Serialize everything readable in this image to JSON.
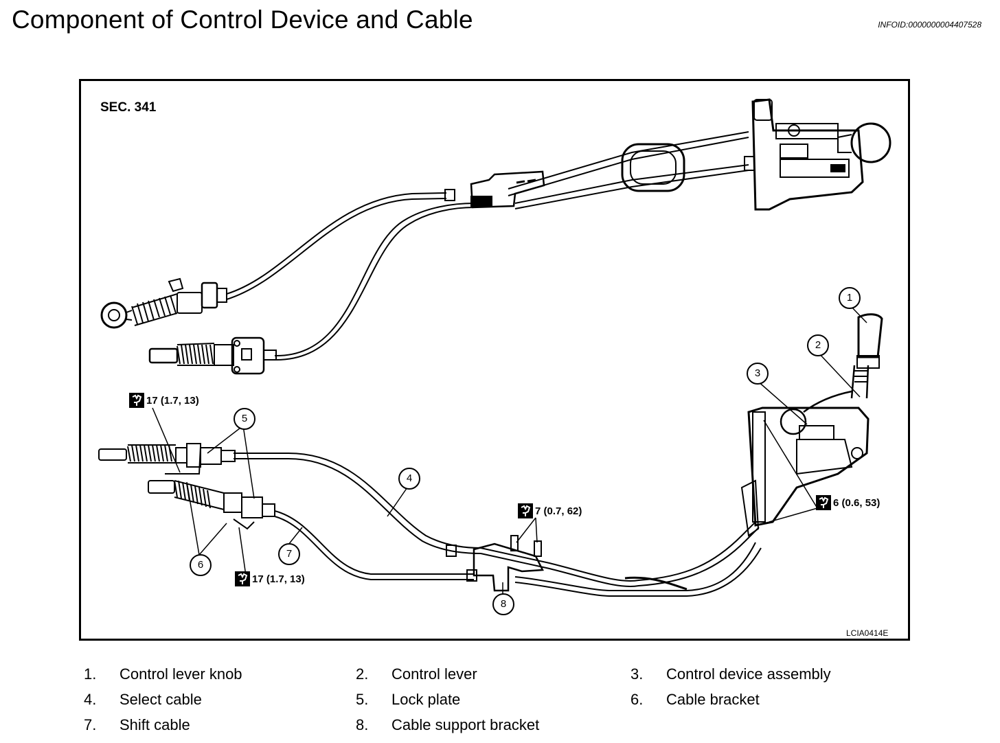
{
  "header": {
    "title": "Component of Control Device and Cable",
    "info_id": "INFOID:0000000004407528"
  },
  "diagram": {
    "section": "SEC. 341",
    "figure_id": "LCIA0414E",
    "callouts": [
      "1",
      "2",
      "3",
      "4",
      "5",
      "6",
      "7",
      "8"
    ],
    "torques": [
      {
        "label": "17 (1.7, 13)",
        "icon": "torque-wrench-icon"
      },
      {
        "label": "17 (1.7, 13)",
        "icon": "torque-wrench-icon"
      },
      {
        "label": "7 (0.7, 62)",
        "icon": "torque-wrench-icon"
      },
      {
        "label": "6 (0.6, 53)",
        "icon": "torque-wrench-icon"
      }
    ]
  },
  "legend": [
    {
      "num": "1.",
      "label": "Control lever knob"
    },
    {
      "num": "2.",
      "label": "Control lever"
    },
    {
      "num": "3.",
      "label": "Control device assembly"
    },
    {
      "num": "4.",
      "label": "Select cable"
    },
    {
      "num": "5.",
      "label": "Lock plate"
    },
    {
      "num": "6.",
      "label": "Cable bracket"
    },
    {
      "num": "7.",
      "label": "Shift cable"
    },
    {
      "num": "8.",
      "label": "Cable support bracket"
    }
  ]
}
